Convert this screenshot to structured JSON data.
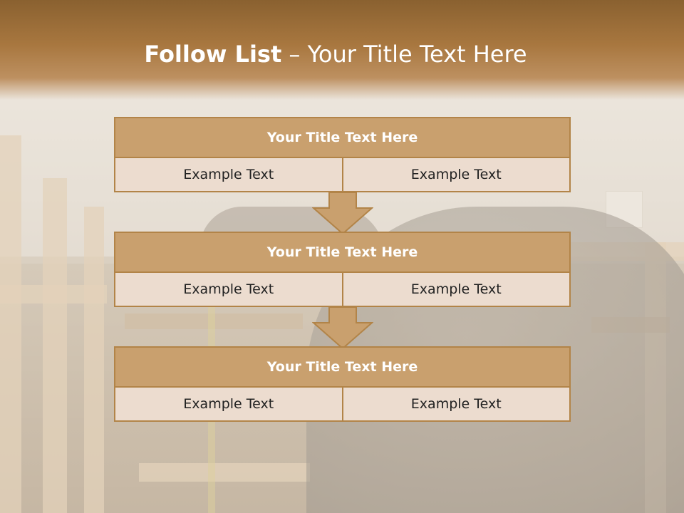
{
  "slide": {
    "title_bold": "Follow List",
    "title_rest": " – Your Title Text Here"
  },
  "blocks": [
    {
      "title": "Your Title Text Here",
      "cells": [
        "Example Text",
        "Example Text"
      ]
    },
    {
      "title": "Your Title Text Here",
      "cells": [
        "Example Text",
        "Example Text"
      ]
    },
    {
      "title": "Your Title Text Here",
      "cells": [
        "Example Text",
        "Example Text"
      ]
    }
  ],
  "colors": {
    "header_brown": "#a8773f",
    "block_title_fill": "#c9a06e",
    "block_border": "#b28448",
    "cell_fill": "#ecdccf",
    "arrow_fill": "#c9a06e"
  }
}
